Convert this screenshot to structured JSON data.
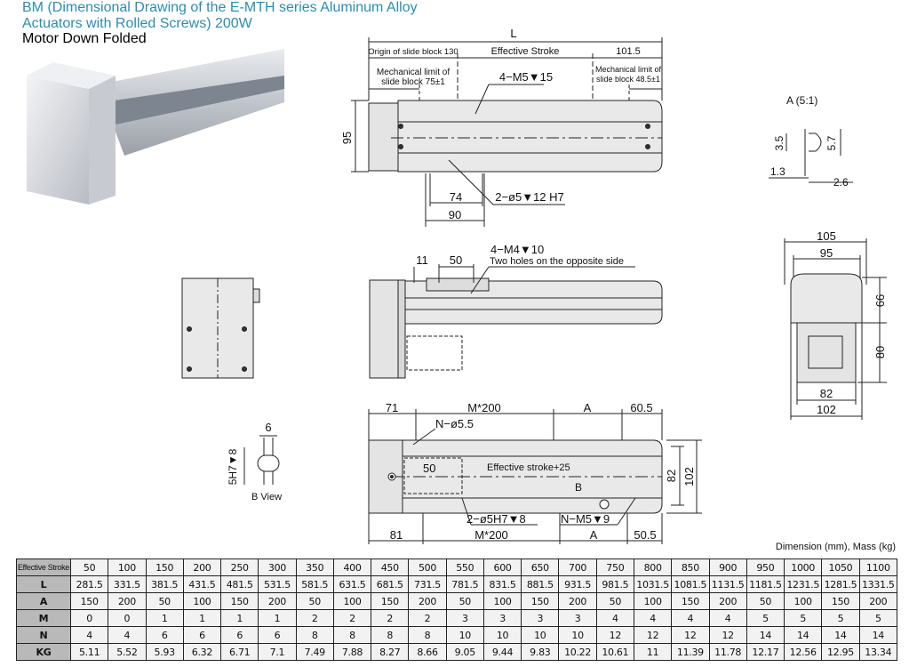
{
  "header": {
    "title": "BM (Dimensional Drawing of the E-MTH series Aluminum Alloy Actuators with Rolled Screws) 200W",
    "subtitle": "Motor Down Folded"
  },
  "top_view": {
    "L": "L",
    "origin": "Origin of slide block 130",
    "effective_stroke": "Effective Stroke",
    "end_len": "101.5",
    "mech_limit_left_1": "Mechanical limit of",
    "mech_limit_left_2": "slide block 75±1",
    "mech_limit_right_1": "Mechanical limit of",
    "mech_limit_right_2": "slide block 48.5±1",
    "holes": "4−M5▼15",
    "height": "95",
    "pins": "2−ø5▼12  H7",
    "d74": "74",
    "d90": "90"
  },
  "side_view": {
    "d11": "11",
    "d50": "50",
    "holes": "4−M4▼10",
    "note": "Two holes on the opposite side"
  },
  "bottom_view": {
    "d71": "71",
    "m200_top": "M*200",
    "a_top": "A",
    "d60_5": "60.5",
    "n_holes": "N−ø5.5",
    "d50": "50",
    "stroke": "Effective stroke+25",
    "b": "B",
    "pins": "2−ø5H7▼8",
    "n_m5": "N−M5▼9",
    "d81": "81",
    "m200_bottom": "M*200",
    "a_bottom": "A",
    "d50_5": "50.5",
    "d82": "82",
    "d102": "102"
  },
  "b_view": {
    "d6": "6",
    "depth": "5H7▼8",
    "label": "B View"
  },
  "detail_a": {
    "label": "A  (5:1)",
    "d3_5": "3.5",
    "d5_7": "5.7",
    "d1_3": "1.3",
    "d2_6": "2.6"
  },
  "end_view": {
    "d105": "105",
    "d95": "95",
    "d66": "66",
    "d80": "80",
    "d82": "82",
    "d102": "102"
  },
  "units_note": "Dimension (mm), Mass (kg)",
  "table": {
    "rows": [
      {
        "label": "Effective Stroke",
        "values": [
          "50",
          "100",
          "150",
          "200",
          "250",
          "300",
          "350",
          "400",
          "450",
          "500",
          "550",
          "600",
          "650",
          "700",
          "750",
          "800",
          "850",
          "900",
          "950",
          "1000",
          "1050",
          "1100"
        ]
      },
      {
        "label": "L",
        "values": [
          "281.5",
          "331.5",
          "381.5",
          "431.5",
          "481.5",
          "531.5",
          "581.5",
          "631.5",
          "681.5",
          "731.5",
          "781.5",
          "831.5",
          "881.5",
          "931.5",
          "981.5",
          "1031.5",
          "1081.5",
          "1131.5",
          "1181.5",
          "1231.5",
          "1281.5",
          "1331.5"
        ]
      },
      {
        "label": "A",
        "values": [
          "150",
          "200",
          "50",
          "100",
          "150",
          "200",
          "50",
          "100",
          "150",
          "200",
          "50",
          "100",
          "150",
          "200",
          "50",
          "100",
          "150",
          "200",
          "50",
          "100",
          "150",
          "200"
        ]
      },
      {
        "label": "M",
        "values": [
          "0",
          "0",
          "1",
          "1",
          "1",
          "1",
          "2",
          "2",
          "2",
          "2",
          "3",
          "3",
          "3",
          "3",
          "4",
          "4",
          "4",
          "4",
          "5",
          "5",
          "5",
          "5"
        ]
      },
      {
        "label": "N",
        "values": [
          "4",
          "4",
          "6",
          "6",
          "6",
          "6",
          "8",
          "8",
          "8",
          "8",
          "10",
          "10",
          "10",
          "10",
          "12",
          "12",
          "12",
          "12",
          "14",
          "14",
          "14",
          "14"
        ]
      },
      {
        "label": "KG",
        "values": [
          "5.11",
          "5.52",
          "5.93",
          "6.32",
          "6.71",
          "7.1",
          "7.49",
          "7.88",
          "8.27",
          "8.66",
          "9.05",
          "9.44",
          "9.83",
          "10.22",
          "10.61",
          "11",
          "11.39",
          "11.78",
          "12.17",
          "12.56",
          "12.95",
          "13.34"
        ]
      }
    ]
  }
}
